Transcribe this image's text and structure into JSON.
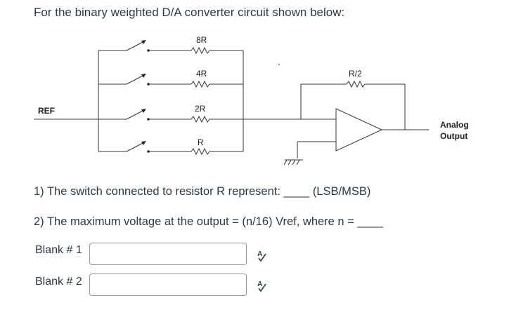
{
  "prompt": "For the binary weighted D/A converter circuit shown below:",
  "circuit": {
    "resistors": [
      "8R",
      "4R",
      "2R",
      "R"
    ],
    "feedback_resistor": "R/2",
    "ref_label": "REF",
    "output_label_line1": "Analog",
    "output_label_line2": "Output"
  },
  "questions": {
    "q1": "1) The switch connected to resistor R represent: ____ (LSB/MSB)",
    "q2": "2) The maximum voltage at the output = (n/16) Vref, where n = ____"
  },
  "blanks": [
    {
      "label": "Blank # 1",
      "value": ""
    },
    {
      "label": "Blank # 2",
      "value": ""
    }
  ],
  "icons": {
    "spellcheck": "spellcheck-icon"
  }
}
